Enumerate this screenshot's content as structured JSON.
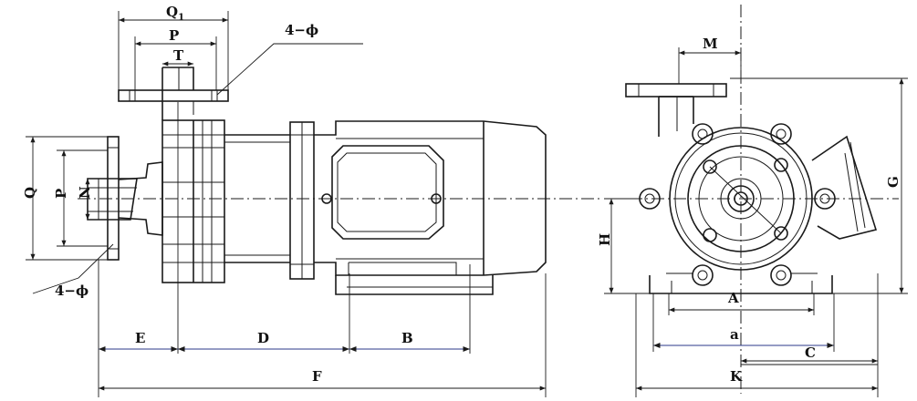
{
  "labels": {
    "Q1": "Q",
    "Q1_sub": "1",
    "P_top": "P",
    "T": "T",
    "flange_top_holes": "4−ϕ",
    "flange_side_holes": "4−ϕ",
    "Q": "Q",
    "P_side": "P",
    "N": "N",
    "E": "E",
    "D": "D",
    "B": "B",
    "F": "F",
    "M": "M",
    "G": "G",
    "H": "H",
    "A": "A",
    "a": "a",
    "C": "C",
    "K": "K"
  }
}
